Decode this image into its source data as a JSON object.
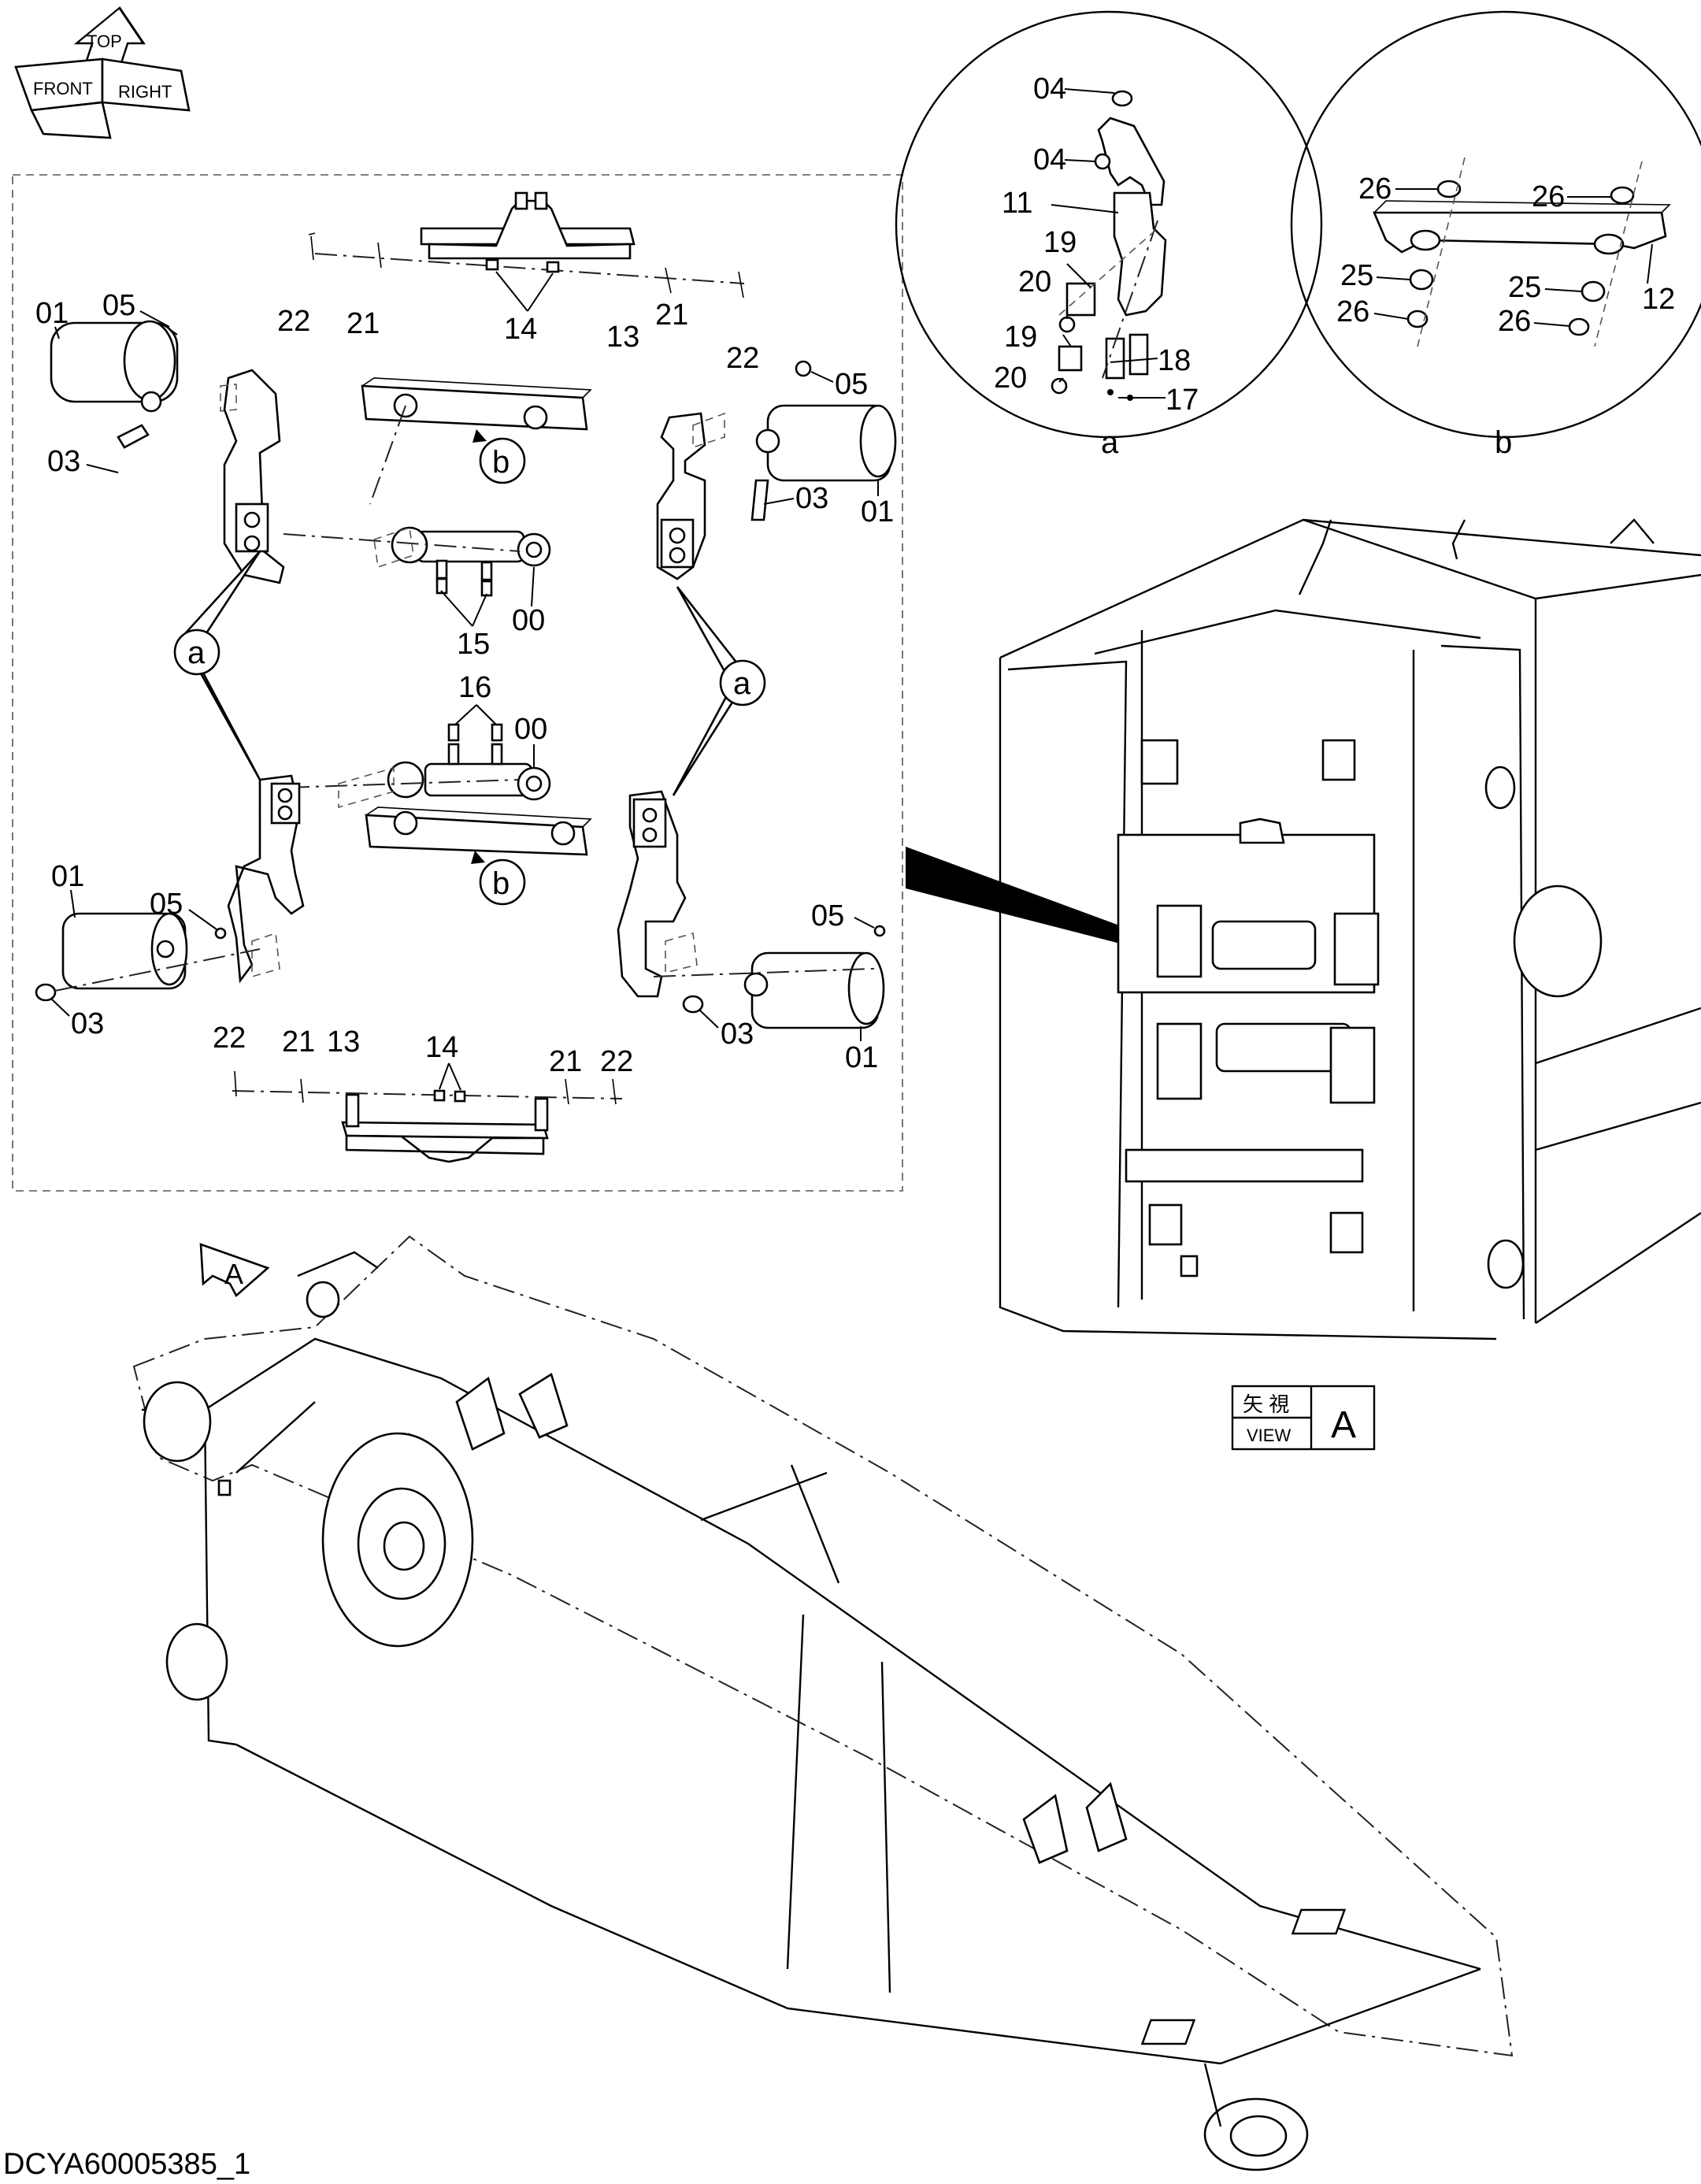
{
  "drawing_id": "DCYA60005385_1",
  "orientation": {
    "top": "TOP",
    "front": "FRONT",
    "right": "RIGHT"
  },
  "view_label": {
    "jp": "矢 視",
    "en": "VIEW",
    "letter": "A"
  },
  "view_marker": "A",
  "detail_circles": [
    {
      "id": "a",
      "label": "a"
    },
    {
      "id": "b",
      "label": "b"
    }
  ],
  "callouts": {
    "explode_a_left": "a",
    "explode_a_right": "a",
    "explode_b_top": "b",
    "explode_b_bottom": "b"
  },
  "part_labels": {
    "top_22_l": "22",
    "top_21_l": "21",
    "top_14": "14",
    "top_13": "13",
    "top_21_r": "21",
    "top_22_r": "22",
    "ul_01": "01",
    "ul_05": "05",
    "ul_03": "03",
    "ur_05": "05",
    "ur_03": "03",
    "ur_01": "01",
    "c_15": "15",
    "c_00_upper": "00",
    "c_16": "16",
    "c_00_lower": "00",
    "ll_01": "01",
    "ll_05": "05",
    "ll_03": "03",
    "lr_05": "05",
    "lr_03": "03",
    "lr_01": "01",
    "bot_22_l": "22",
    "bot_21_l": "21",
    "bot_13": "13",
    "bot_14": "14",
    "bot_21_r": "21",
    "bot_22_r": "22",
    "a_04_top": "04",
    "a_04_mid": "04",
    "a_11": "11",
    "a_19_top": "19",
    "a_20_top": "20",
    "a_19_bot": "19",
    "a_20_bot": "20",
    "a_18": "18",
    "a_17": "17",
    "b_26_tl": "26",
    "b_26_tr": "26",
    "b_25_l": "25",
    "b_25_r": "25",
    "b_26_bl": "26",
    "b_26_br": "26",
    "b_12": "12"
  }
}
